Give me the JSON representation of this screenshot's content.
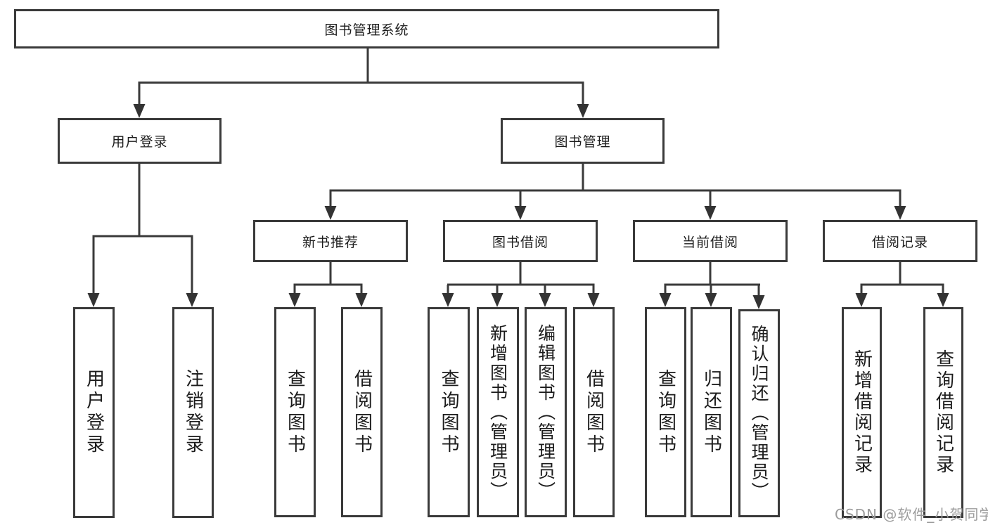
{
  "tree": {
    "label": "图书管理系统",
    "children": [
      {
        "label": "用户登录",
        "children": [
          {
            "label": "用户登录"
          },
          {
            "label": "注销登录"
          }
        ]
      },
      {
        "label": "图书管理",
        "children": [
          {
            "label": "新书推荐",
            "children": [
              {
                "label": "查询图书"
              },
              {
                "label": "借阅图书"
              }
            ]
          },
          {
            "label": "图书借阅",
            "children": [
              {
                "label": "查询图书"
              },
              {
                "label": "新增图书（管理员）"
              },
              {
                "label": "编辑图书（管理员）"
              },
              {
                "label": "借阅图书"
              }
            ]
          },
          {
            "label": "当前借阅",
            "children": [
              {
                "label": "查询图书"
              },
              {
                "label": "归还图书"
              },
              {
                "label": "确认归还（管理员）"
              }
            ]
          },
          {
            "label": "借阅记录",
            "children": [
              {
                "label": "新增借阅记录"
              },
              {
                "label": "查询借阅记录"
              }
            ]
          }
        ]
      }
    ]
  },
  "watermark": {
    "text": "CSDN @软件_小贺同学"
  },
  "colors": {
    "line": "#3a3a3a",
    "arrow": "#333333",
    "text": "#1c1c1c",
    "background": "#ffffff",
    "watermark": "#9c9c9c"
  }
}
